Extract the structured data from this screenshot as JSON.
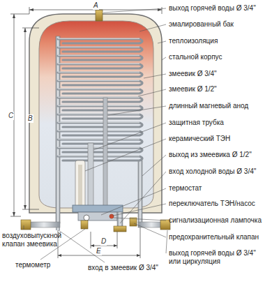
{
  "diagram": {
    "labels": [
      "выход горячей воды Ø 3/4\"",
      "эмалированный бак",
      "теплоизоляция",
      "стальной корпус",
      "змеевик Ø 3/4\"",
      "змеевик Ø 1/2\"",
      "длинный магневый анод",
      "защитная трубка",
      "керамический ТЭН",
      "выход из змеевика Ø 1/2\"",
      "вход холодной воды Ø 3/4\"",
      "термостат",
      "переключатель ТЭН/насос",
      "сигнализационная лампочка",
      "предохранительный клапан",
      "выход горячей воды Ø 3/4\"",
      "или циркуляция",
      "воздуховыпускной клапан змеевика",
      "термометр",
      "вход в змеевик Ø 3/4\"",
      "A",
      "C",
      "B",
      "D",
      "E"
    ]
  }
}
